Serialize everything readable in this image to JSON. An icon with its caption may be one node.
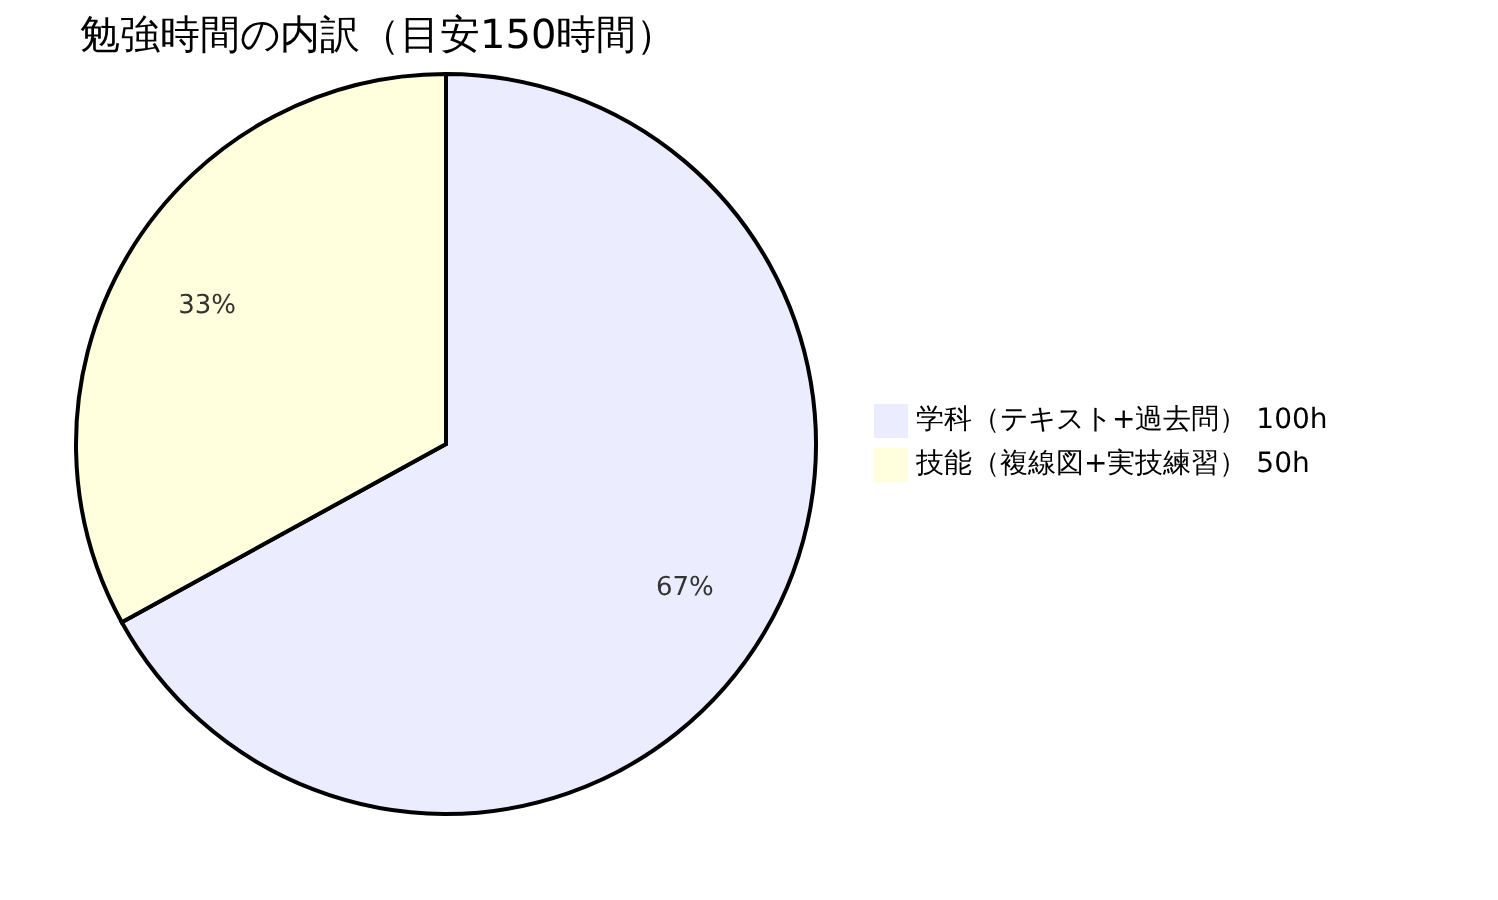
{
  "diagram": {
    "title": "勉強時間の内訳（目安150時間）",
    "legend": [
      {
        "text": "学科（テキスト+過去問） 100h",
        "color": "#ececff"
      },
      {
        "text": "技能（複線図+実技練習） 50h",
        "color": "#ffffde"
      }
    ],
    "chart_data": {
      "type": "pie",
      "series": [
        {
          "values": [
            67,
            33
          ]
        }
      ],
      "value_labels": [
        "67%",
        "33%"
      ]
    }
  }
}
